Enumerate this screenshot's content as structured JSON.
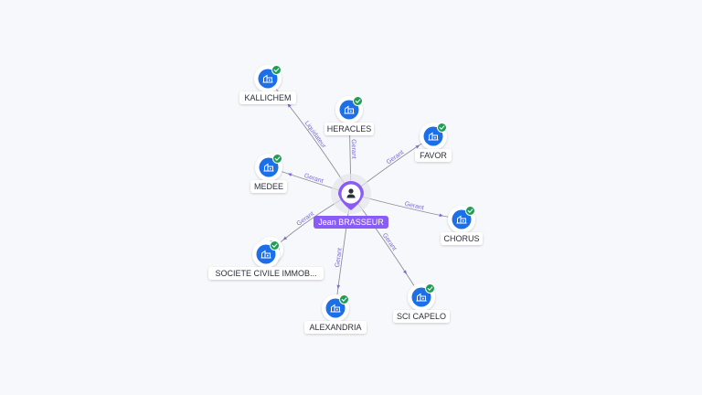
{
  "center": {
    "name": "Jean BRASSEUR",
    "icon": "person-icon",
    "color": "#8a5cf6"
  },
  "colors": {
    "company": "#1d6fe8",
    "check": "#1f9d55",
    "edge": "#8b8f99",
    "edge_label": "#7b6ad8"
  },
  "nodes": [
    {
      "name": "KALLICHEM",
      "relation": "Liquidateur",
      "icon": "company-building-icon",
      "status_icon": "check-badge-icon"
    },
    {
      "name": "HERACLES",
      "relation": "Gerant",
      "icon": "company-building-icon",
      "status_icon": "check-badge-icon"
    },
    {
      "name": "FAVOR",
      "relation": "Gerant",
      "icon": "company-building-icon",
      "status_icon": "check-badge-icon"
    },
    {
      "name": "MEDEE",
      "relation": "Gerant",
      "icon": "company-building-icon",
      "status_icon": "check-badge-icon"
    },
    {
      "name": "CHORUS",
      "relation": "Gerant",
      "icon": "company-building-icon",
      "status_icon": "check-badge-icon"
    },
    {
      "name": "SOCIETE CIVILE IMMOB...",
      "relation": "Gerant",
      "icon": "company-building-icon",
      "status_icon": "check-badge-icon"
    },
    {
      "name": "ALEXANDRIA",
      "relation": "Gerant",
      "icon": "company-building-icon",
      "status_icon": "check-badge-icon"
    },
    {
      "name": "SCI CAPELO",
      "relation": "Gerant",
      "icon": "company-building-icon",
      "status_icon": "check-badge-icon"
    }
  ]
}
